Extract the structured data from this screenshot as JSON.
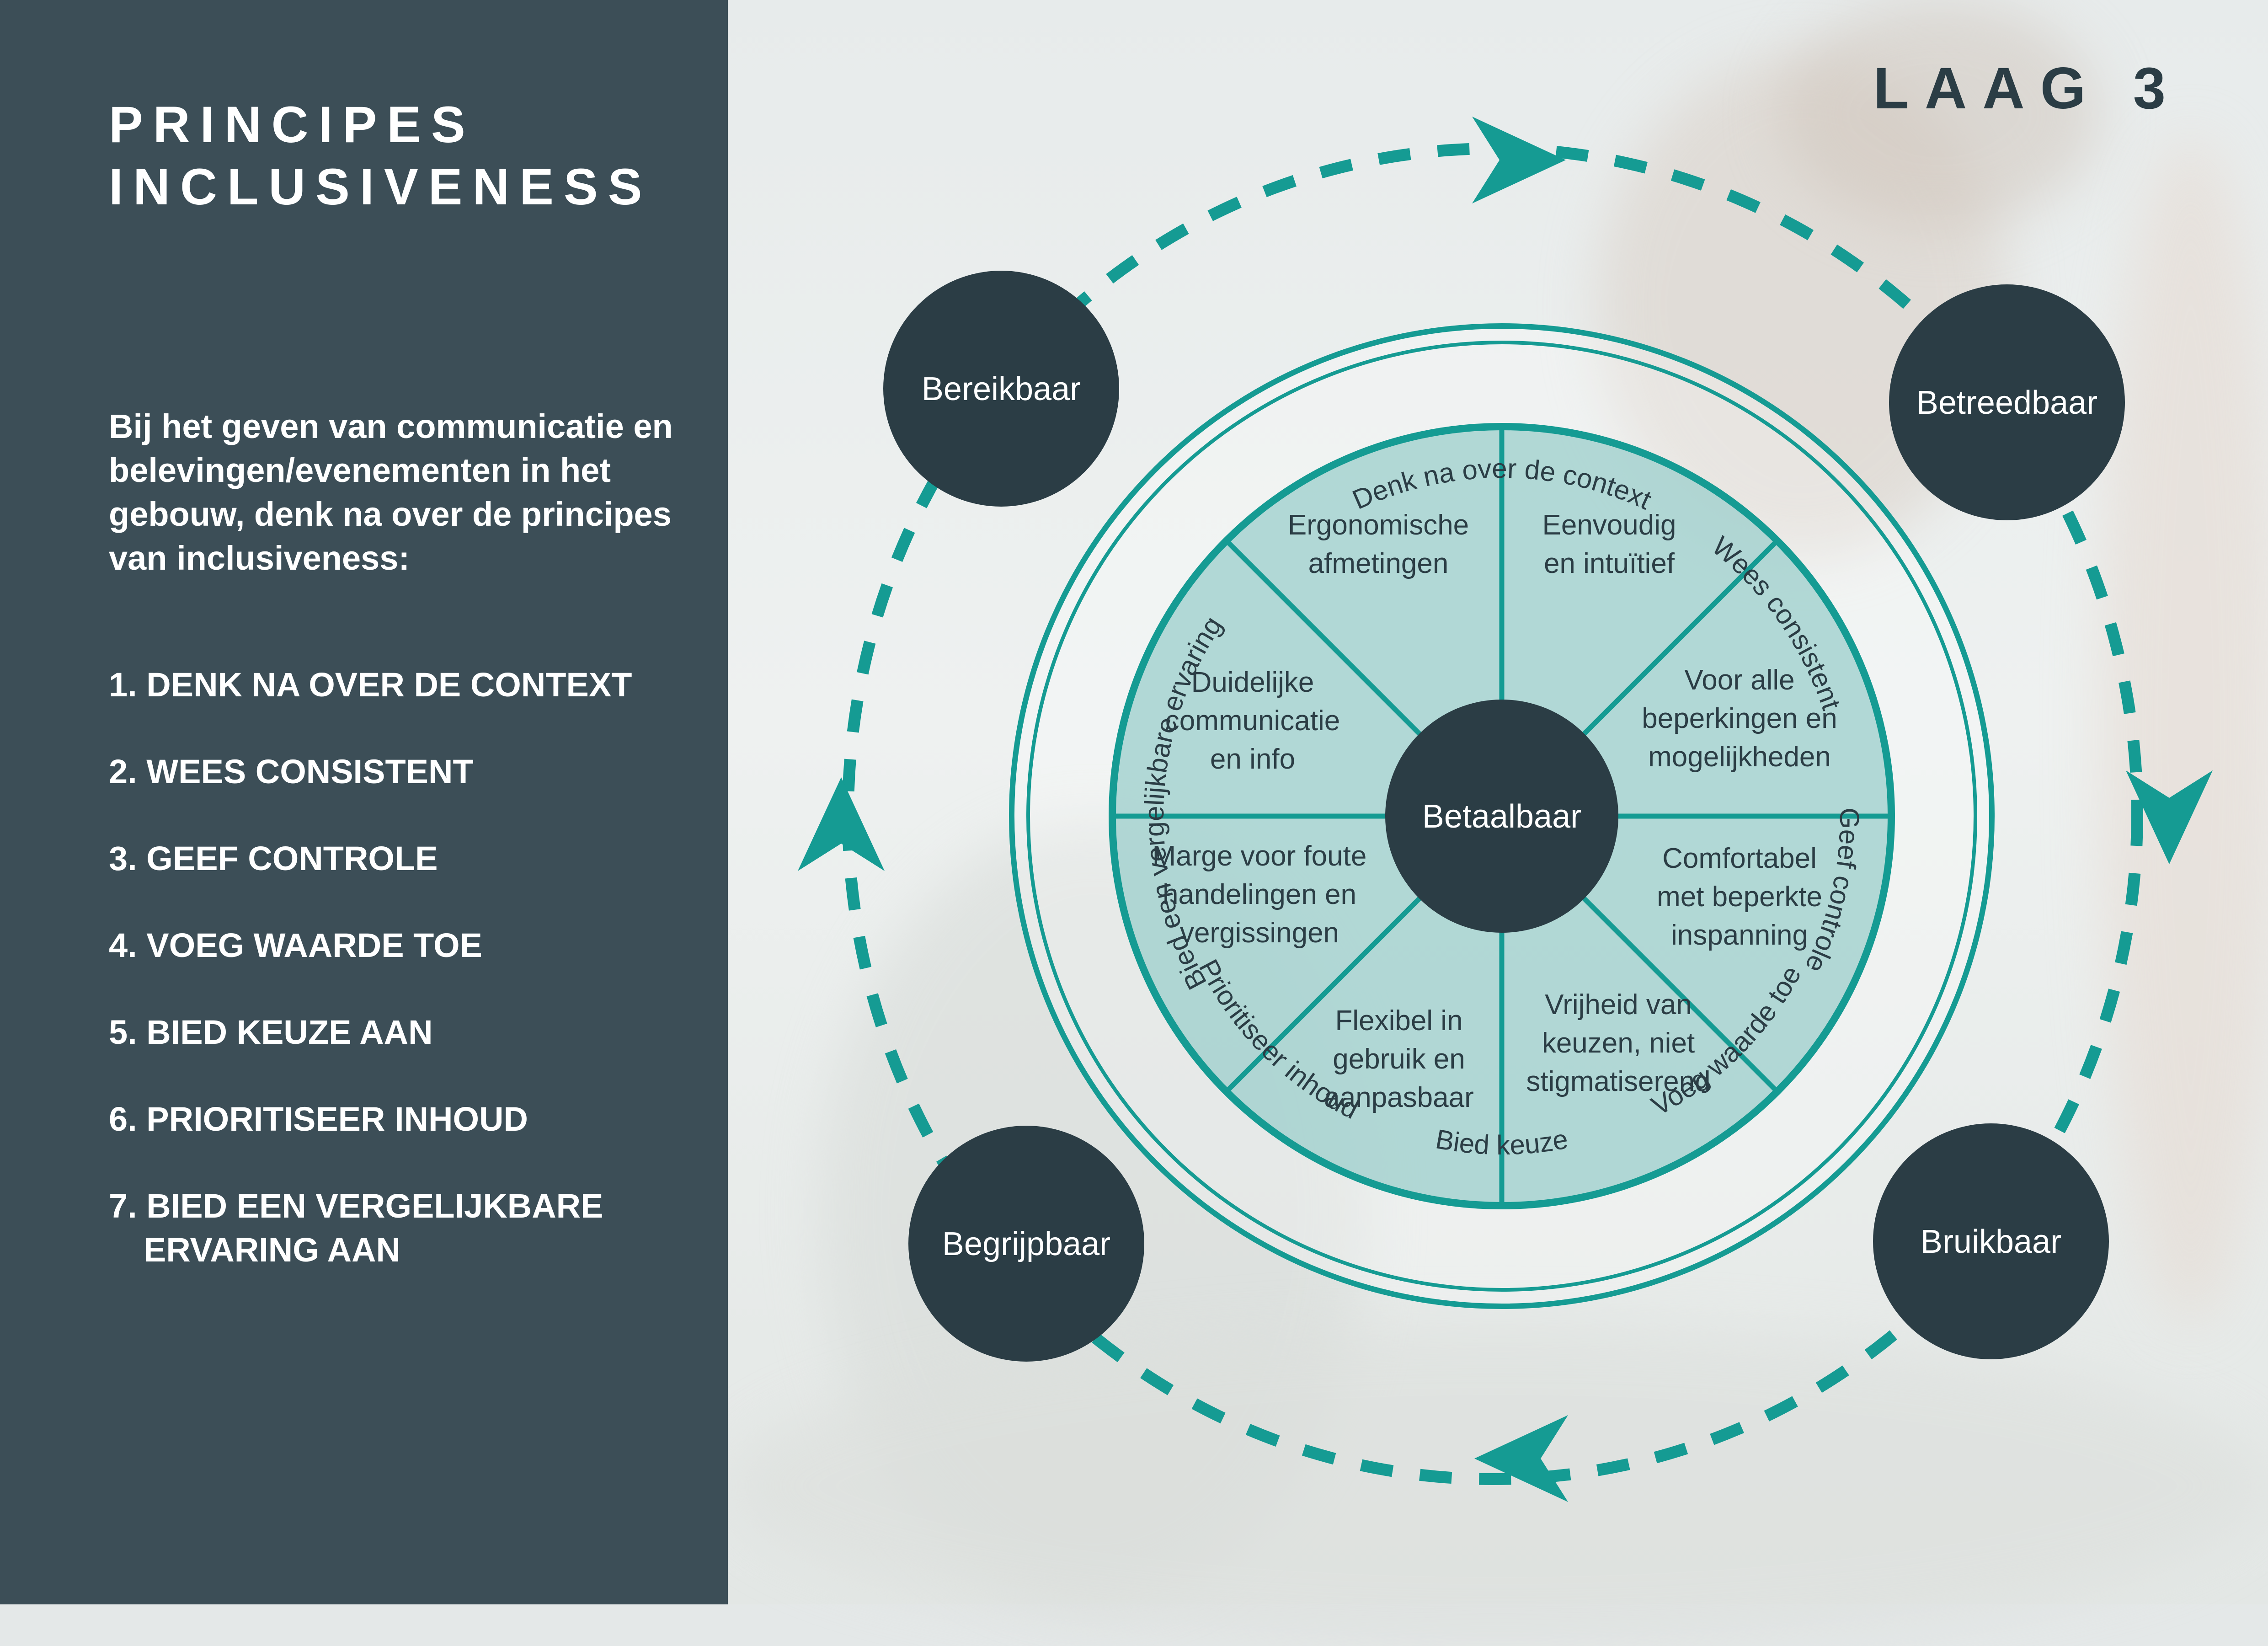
{
  "sidebar": {
    "title": "PRINCIPES\nINCLUSIVENESS",
    "intro": "Bij het geven van communicatie en belevingen/evenementen in het gebouw, denk na over de principes van inclusiveness:",
    "principles": [
      "1. DENK NA OVER DE CONTEXT",
      "2. WEES CONSISTENT",
      "3. GEEF CONTROLE",
      "4. VOEG WAARDE TOE",
      "5. BIED KEUZE AAN",
      "6. PRIORITISEER INHOUD",
      "7. BIED EEN VERGELIJKBARE\nERVARING AAN"
    ]
  },
  "layer_label": "LAAG 3",
  "diagram": {
    "center": "Betaalbaar",
    "corners": {
      "top_left": "Bereikbaar",
      "top_right": "Betreedbaar",
      "bottom_right": "Bruikbaar",
      "bottom_left": "Begrijpbaar"
    },
    "ring_labels": {
      "top": "Denk na over de context",
      "top_right": "Wees consistent",
      "right": "Geef controle",
      "bottom_right": "Voeg waarde toe",
      "bottom": "Bied keuze",
      "bottom_left": "Prioritiseer inhoud",
      "left": "Bied een vergelijkbare ervaring"
    },
    "segments": {
      "top_left": [
        "Ergonomische",
        "afmetingen"
      ],
      "top_right": [
        "Eenvoudig",
        "en intuïtief"
      ],
      "right_upper": [
        "Voor alle",
        "beperkingen en",
        "mogelijkheden"
      ],
      "right_lower": [
        "Comfortabel",
        "met beperkte",
        "inspanning"
      ],
      "bottom_right": [
        "Vrijheid van",
        "keuzen, niet",
        "stigmatiserend"
      ],
      "bottom_left": [
        "Flexibel in",
        "gebruik en",
        "aanpasbaar"
      ],
      "left_lower": [
        "Marge voor foute",
        "handelingen en",
        "vergissingen"
      ],
      "left_upper": [
        "Duidelijke",
        "communicatie",
        "en info"
      ]
    },
    "colors": {
      "teal": "#159b93",
      "dark": "#2b3d45",
      "sidebar": "#3c4e57",
      "segment_fill": "#9fd0cd",
      "text": "#2b3d45"
    }
  }
}
